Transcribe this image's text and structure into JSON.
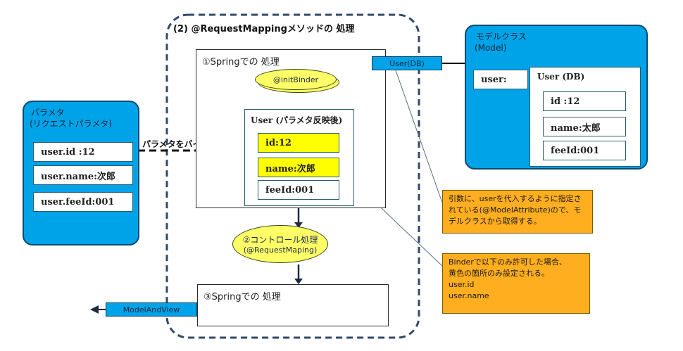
{
  "section_title": "(2) @RequestMappingメソッドの 処理",
  "param_panel": {
    "title_line1": "パラメタ",
    "title_line2": "(リクエストパラメタ)",
    "fields": [
      "user.id  :12",
      "user.name:次郎",
      "user.feeId:001"
    ]
  },
  "bind_label": "パラメタをバインドする",
  "spring1": {
    "title": "①Springでの 処理",
    "init_binder": "@initBinder",
    "user_box_title": "User (パラメタ反映後)",
    "fields": [
      "id:12",
      "name:次郎",
      "feeId:001"
    ]
  },
  "user_db_tag": "User(DB)",
  "model_panel": {
    "title_line1": "モデルクラス",
    "title_line2": "(Model)",
    "user_label": "user:",
    "user_box_title": "User (DB)",
    "fields": [
      "id :12",
      "name:太郎",
      "feeId:001"
    ]
  },
  "control": {
    "line1": "②コントロール処理",
    "line2": "(@RequestMaping)"
  },
  "spring3": {
    "title": "③Springでの 処理"
  },
  "model_and_view": "ModelAndView",
  "note1": "引数に、userを代入するように指定されている(@ModelAttribute)ので、モデルクラスから取得する。",
  "note2": {
    "line1": "Binderで以下のみ許可した場合、",
    "line2": "黄色の箇所のみ設定される。",
    "line3": "user.id",
    "line4": "user.name"
  },
  "colors": {
    "panel_blue": "#00a2e8",
    "highlight_yellow": "#ffff00",
    "ellipse_yellow": "#ffff66",
    "note_orange": "#ffae1f",
    "dashed_border": "#2f4a6b"
  }
}
